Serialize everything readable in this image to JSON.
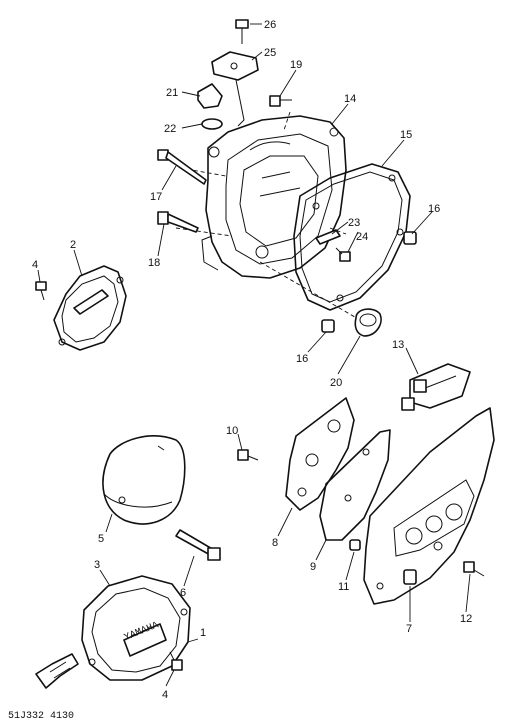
{
  "callouts": [
    "1",
    "2",
    "3",
    "4",
    "4",
    "5",
    "6",
    "7",
    "8",
    "9",
    "10",
    "11",
    "12",
    "13",
    "14",
    "15",
    "16",
    "16",
    "17",
    "18",
    "19",
    "20",
    "21",
    "22",
    "23",
    "24",
    "25",
    "26"
  ],
  "plate_text": "YAMAHA",
  "catalog_code": "51J332 4130"
}
